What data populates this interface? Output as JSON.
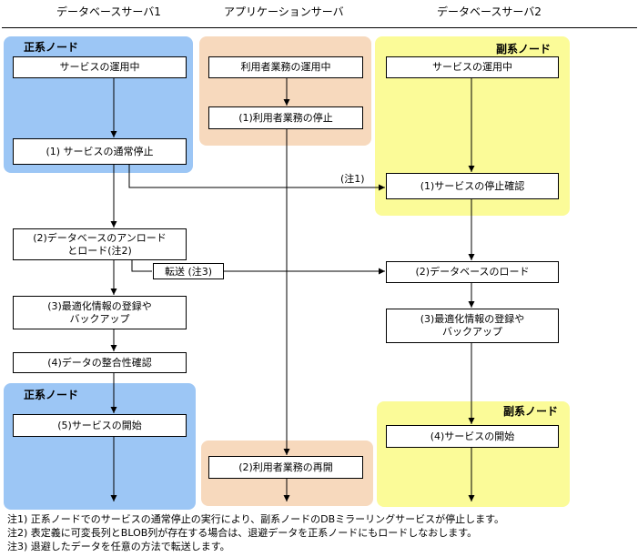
{
  "headers": {
    "db1": "データベースサーバ1",
    "app": "アプリケーションサーバ",
    "db2": "データベースサーバ2"
  },
  "zones": {
    "primary_top": "正系ノード",
    "primary_bottom": "正系ノード",
    "secondary_top": "副系ノード",
    "secondary_bottom": "副系ノード"
  },
  "db1": {
    "service_running": "サービスの運用中",
    "normal_stop": "(1) サービスの通常停止",
    "unload_load": "(2)データベースのアンロード\nとロード(注2)",
    "opt_register": "(3)最適化情報の登録や\nバックアップ",
    "consistency": "(4)データの整合性確認",
    "service_start": "(5)サービスの開始"
  },
  "app": {
    "business_running": "利用者業務の運用中",
    "business_stop": "(1)利用者業務の停止",
    "business_resume": "(2)利用者業務の再開"
  },
  "db2": {
    "service_running": "サービスの運用中",
    "stop_confirm": "(1)サービスの停止確認",
    "db_load": "(2)データベースのロード",
    "opt_register": "(3)最適化情報の登録や\nバックアップ",
    "service_start": "(4)サービスの開始"
  },
  "labels": {
    "note1_marker": "(注1)",
    "transfer": "転送 (注3)"
  },
  "notes": [
    "注1) 正系ノードでのサービスの通常停止の実行により、副系ノードのDBミラーリングサービスが停止します。",
    "注2) 表定義に可変長列とBLOB列が存在する場合は、退避データを正系ノードにもロードしなおします。",
    "注3) 退避したデータを任意の方法で転送します。"
  ]
}
